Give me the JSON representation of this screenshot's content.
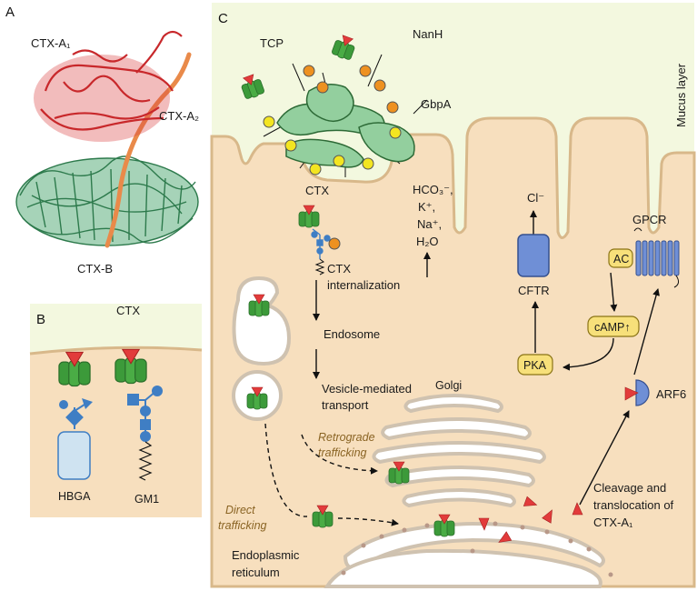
{
  "panels": {
    "a": "A",
    "b": "B",
    "c": "C"
  },
  "colors": {
    "mucus": "#f3f8df",
    "cell": "#f7dfbe",
    "membrane": "#d8b88a",
    "ctx_b": "#3c9a3a",
    "ctx_a": "#e23b3b",
    "bacteria": "#93cf9e",
    "yellow": "#f3e521",
    "orange": "#ee9120",
    "blue": "#3f7ec4",
    "kinase": "#f7e07a"
  },
  "panel_a": {
    "ctx_a1": "CTX-A₁",
    "ctx_a2": "CTX-A₂",
    "ctx_b": "CTX-B"
  },
  "panel_b": {
    "ctx": "CTX",
    "hbga": "HBGA",
    "gm1": "GM1"
  },
  "panel_c": {
    "tcp": "TCP",
    "nanh": "NanH",
    "gbpa": "GbpA",
    "mucus_layer": "Mucus layer",
    "ctx": "CTX",
    "ions": [
      "HCO₃⁻,",
      "K⁺,",
      "Na⁺,",
      "H₂O"
    ],
    "cl": "Cl⁻",
    "cftr": "CFTR",
    "gpcr": "GPCR",
    "ac": "AC",
    "camp": "cAMP↑",
    "pka": "PKA",
    "arf6": "ARF6",
    "internalization": [
      "CTX",
      "internalization"
    ],
    "endosome": "Endosome",
    "vesicle": [
      "Vesicle-mediated",
      "transport"
    ],
    "golgi": "Golgi",
    "retrograde": [
      "Retrograde",
      "trafficking"
    ],
    "direct": [
      "Direct",
      "trafficking"
    ],
    "cleavage": [
      "Cleavage and",
      "translocation of",
      "CTX-A₁"
    ],
    "er": [
      "Endoplasmic",
      "reticulum"
    ]
  }
}
